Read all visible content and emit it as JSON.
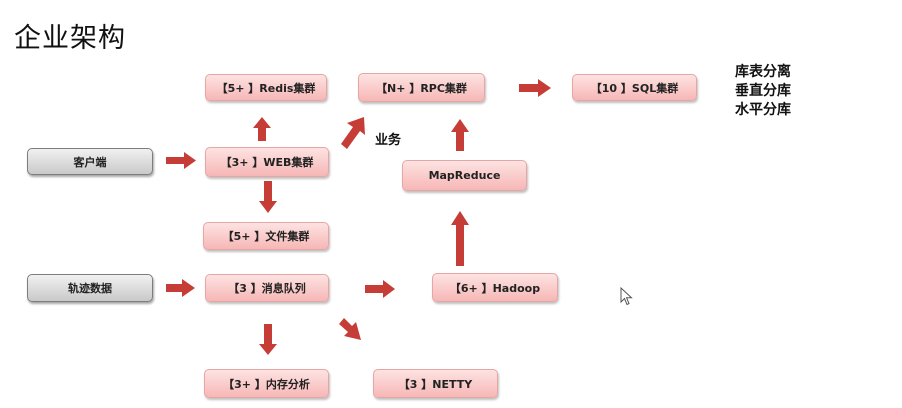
{
  "title": "企业架构",
  "notes": [
    "库表分离",
    "垂直分库",
    "水平分库"
  ],
  "edge_label": "业务",
  "nodes": {
    "redis": "【5+ 】Redis集群",
    "rpc": "【N+ 】RPC集群",
    "sql": "【10 】SQL集群",
    "client": "客户端",
    "web": "【3+ 】WEB集群",
    "mapreduce": "MapReduce",
    "file": "【5+ 】文件集群",
    "track": "轨迹数据",
    "mq": "【3 】消息队列",
    "hadoop": "【6+ 】Hadoop",
    "memory": "【3+ 】内存分析",
    "netty": "【3 】NETTY"
  },
  "colors": {
    "arrow": "#c63d37",
    "node_fill": "#f7c3c1",
    "node_border": "#e6a6a4",
    "source_fill": "#d6d6d6"
  }
}
